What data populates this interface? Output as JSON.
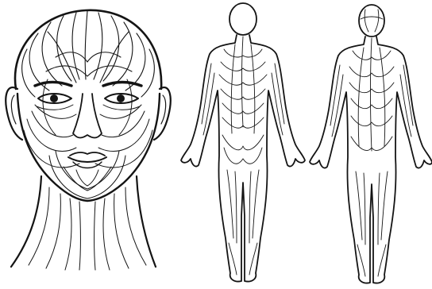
{
  "figure": {
    "panels": [
      {
        "id": "head",
        "view": "head-front"
      },
      {
        "id": "body-back",
        "view": "body-back"
      },
      {
        "id": "body-front",
        "view": "body-front"
      }
    ],
    "colors": {
      "background": "#ffffff",
      "ink": "#141414"
    }
  }
}
